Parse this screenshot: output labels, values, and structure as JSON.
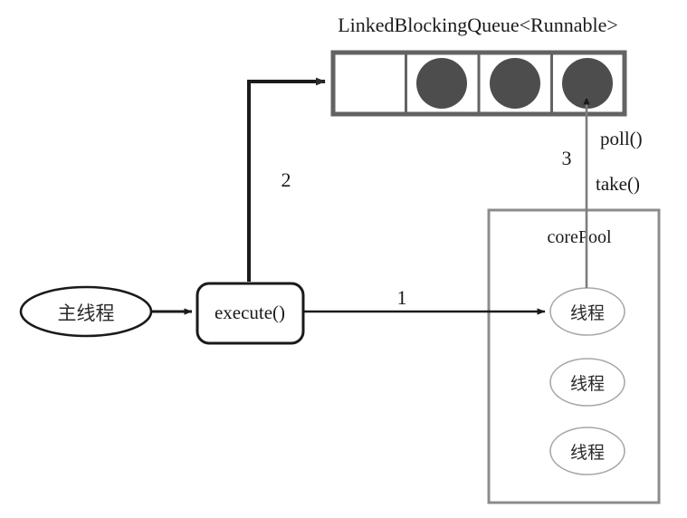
{
  "diagram": {
    "title": "LinkedBlockingQueue<Runnable>",
    "queue": {
      "label": "LinkedBlockingQueue<Runnable>",
      "cells": [
        {
          "filled": false
        },
        {
          "filled": true
        },
        {
          "filled": true
        },
        {
          "filled": true
        }
      ],
      "cell_fill_color": "#4d4d4d",
      "border_color": "#636363"
    },
    "main_thread": {
      "label": "主线程"
    },
    "execute_box": {
      "label": "execute()"
    },
    "core_pool": {
      "label": "corePool",
      "threads": [
        {
          "label": "线程"
        },
        {
          "label": "线程"
        },
        {
          "label": "线程"
        }
      ],
      "border_color": "#8c8c8c"
    },
    "edges": [
      {
        "id": "edge-1",
        "label": "1",
        "from": "execute()",
        "to": "线程"
      },
      {
        "id": "edge-2",
        "label": "2",
        "from": "execute()",
        "to": "LinkedBlockingQueue<Runnable>"
      },
      {
        "id": "edge-3",
        "label": "3",
        "from": "线程",
        "to": "LinkedBlockingQueue<Runnable>"
      }
    ],
    "method_labels": [
      {
        "id": "poll",
        "text": "poll()"
      },
      {
        "id": "take",
        "text": "take()"
      }
    ],
    "colors": {
      "stroke_dark": "#1a1a1a",
      "stroke_gray": "#7d7d7d",
      "stroke_light": "#a8a8a8",
      "circle_fill": "#4d4d4d",
      "background": "#ffffff"
    }
  }
}
